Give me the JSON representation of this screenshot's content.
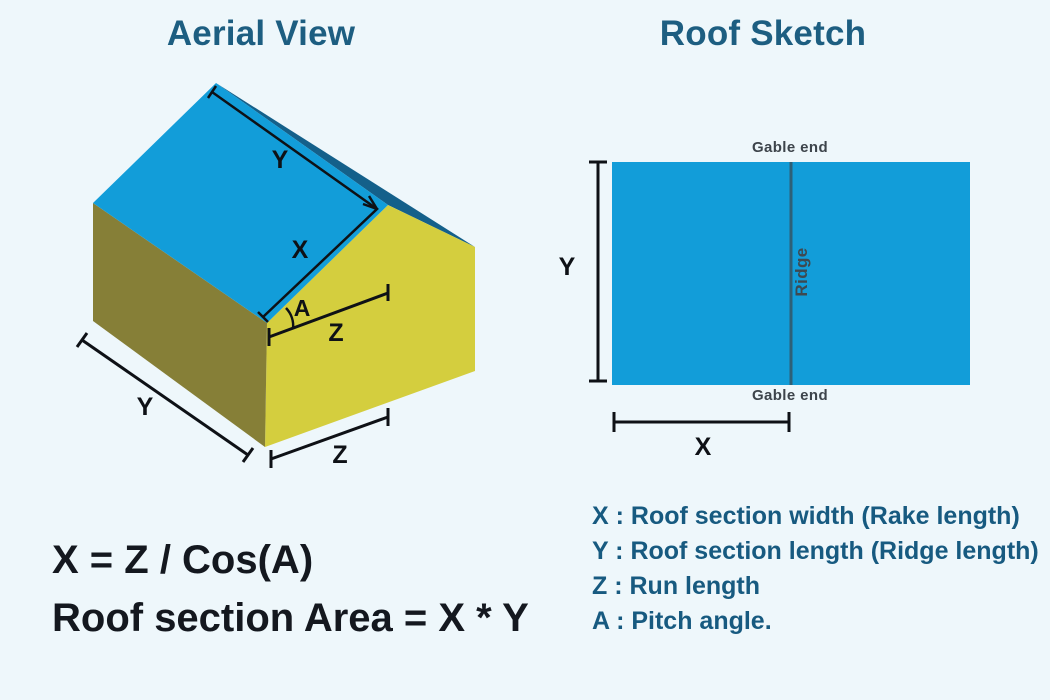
{
  "page": {
    "background": "#eef7fb"
  },
  "colors": {
    "title": "#1d5e81",
    "legend_text": "#175a80",
    "formula_text": "#14181f",
    "dimension_lines": "#0e1116",
    "roof_blue": "#129dd9",
    "roof_far_slope_dark": "#14608a",
    "wall_left_olive": "#867f37",
    "wall_right_yellow": "#d4ce3e",
    "ridge_line": "#2d6077",
    "sketch_label_gray": "#3d444b"
  },
  "aerial": {
    "title": "Aerial View",
    "labels": {
      "ridge_length": "Y",
      "rake_length": "X",
      "pitch_angle": "A",
      "run_top": "Z",
      "side_length": "Y",
      "run_bottom": "Z"
    }
  },
  "sketch": {
    "title": "Roof Sketch",
    "gable_end_top": "Gable end",
    "gable_end_bottom": "Gable end",
    "ridge": "Ridge",
    "dim_y": "Y",
    "dim_x": "X"
  },
  "formulas": {
    "line1": "X = Z / Cos(A)",
    "line2": "Roof section Area = X * Y"
  },
  "legend": {
    "items": [
      "X : Roof section width (Rake length)",
      "Y : Roof section length (Ridge length)",
      "Z : Run length",
      "A : Pitch angle."
    ]
  }
}
